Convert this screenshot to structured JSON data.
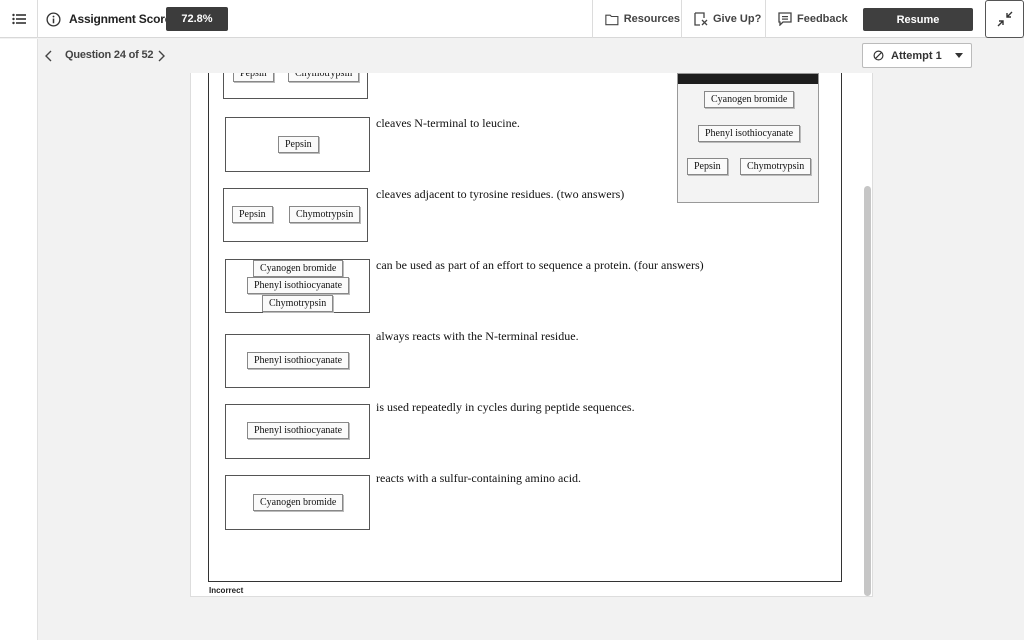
{
  "header": {
    "assignment_score_label": "Assignment Score:",
    "assignment_score_value": "72.8%",
    "resources_label": "Resources",
    "give_up_label": "Give Up?",
    "feedback_label": "Feedback",
    "resume_label": "Resume"
  },
  "nav": {
    "question_counter": "Question 24 of 52",
    "attempt_label": "Attempt 1"
  },
  "question": {
    "top_partial_chips": [
      "Pepsin",
      "Chymotrypsin"
    ],
    "rows": [
      {
        "statement": "cleaves N-terminal to leucine.",
        "answers": [
          "Pepsin"
        ]
      },
      {
        "statement": "cleaves adjacent to tyrosine residues. (two answers)",
        "answers": [
          "Pepsin",
          "Chymotrypsin"
        ]
      },
      {
        "statement": "can be used as part of an effort to sequence a protein. (four answers)",
        "answers": [
          "Cyanogen bromide",
          "Phenyl isothiocyanate",
          "Chymotrypsin"
        ]
      },
      {
        "statement": "always reacts with the N-terminal residue.",
        "answers": [
          "Phenyl isothiocyanate"
        ]
      },
      {
        "statement": "is used repeatedly in cycles during peptide sequences.",
        "answers": [
          "Phenyl isothiocyanate"
        ]
      },
      {
        "statement": "reacts with a sulfur-containing amino acid.",
        "answers": [
          "Cyanogen bromide"
        ]
      }
    ],
    "answer_bank": [
      "Cyanogen bromide",
      "Phenyl isothiocyanate",
      "Pepsin",
      "Chymotrypsin"
    ],
    "status": "Incorrect"
  },
  "icons": {
    "menu": "list-icon",
    "score": "info-icon",
    "resources": "folder-icon",
    "give_up": "give-up-icon",
    "feedback": "feedback-icon",
    "collapse": "collapse-icon"
  },
  "colors": {
    "dark_button": "#3f3f3f",
    "score_badge": "#3c3c3c",
    "scrollbar": "#c6c6c6"
  }
}
